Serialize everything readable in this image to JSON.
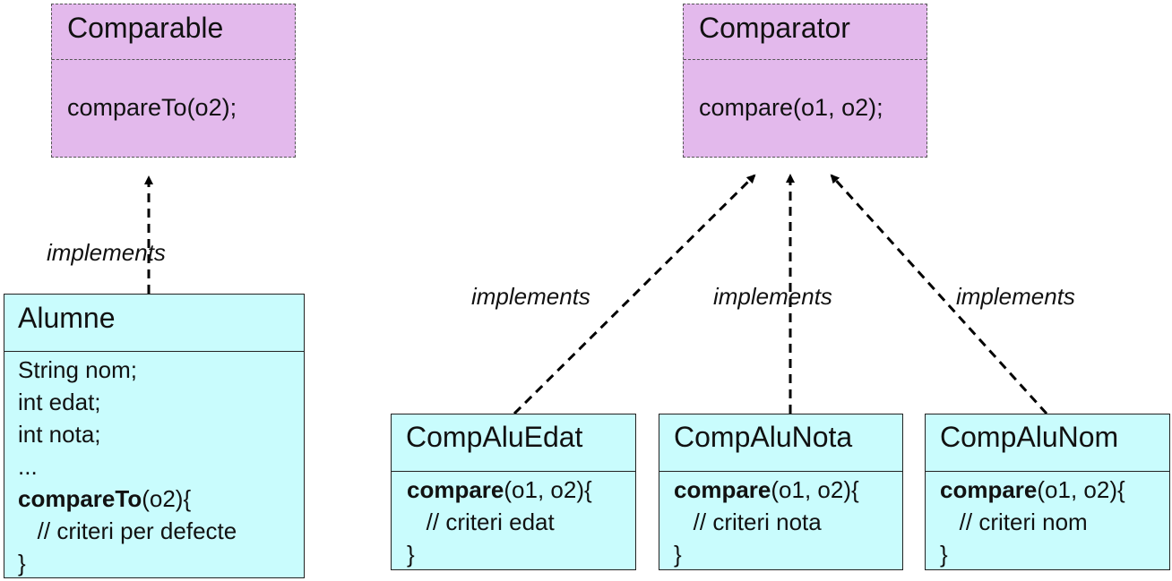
{
  "interfaces": {
    "comparable": {
      "name": "Comparable",
      "method": "compareTo(o2);"
    },
    "comparator": {
      "name": "Comparator",
      "method": "compare(o1, o2);"
    }
  },
  "alumne": {
    "name": "Alumne",
    "fields": [
      "String nom;",
      "int edat;",
      "int nota;",
      "..."
    ],
    "method_name": "compareTo",
    "method_rest": "(o2){",
    "comment": "   // criteri per defecte",
    "close": "}"
  },
  "comparators": [
    {
      "name": "CompAluEdat",
      "method_name": "compare",
      "method_rest": "(o1, o2){",
      "comment": "   // criteri edat",
      "close": "}"
    },
    {
      "name": "CompAluNota",
      "method_name": "compare",
      "method_rest": "(o1, o2){",
      "comment": "   // criteri nota",
      "close": "}"
    },
    {
      "name": "CompAluNom",
      "method_name": "compare",
      "method_rest": "(o1, o2){",
      "comment": "   // criteri nom",
      "close": "}"
    }
  ],
  "relation_label": "implements",
  "colors": {
    "interface_fill": "#e3b9ec",
    "class_fill": "#c9fcfd"
  }
}
